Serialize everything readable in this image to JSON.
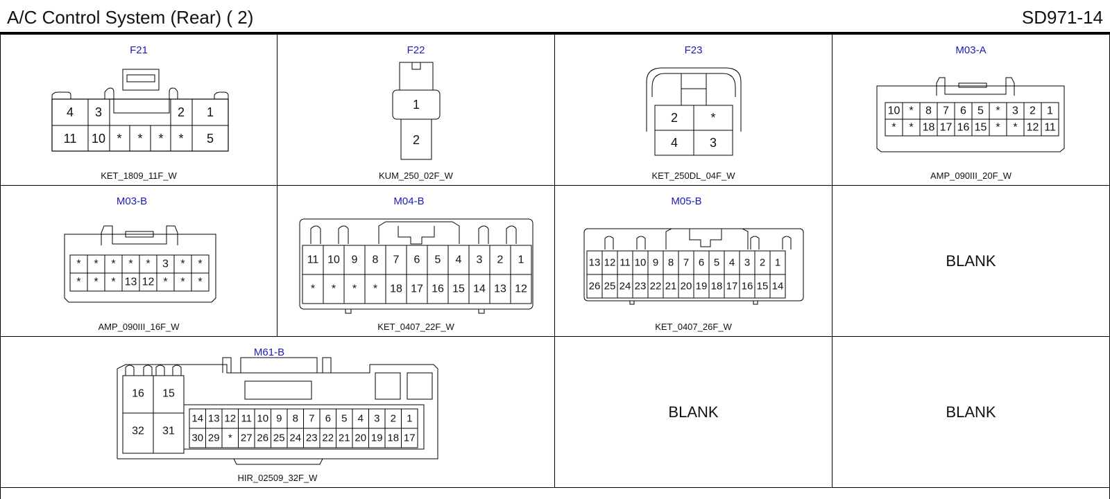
{
  "header": {
    "title": "A/C Control System (Rear) (   2)",
    "code": "SD971-14"
  },
  "cells": {
    "f21": {
      "name": "F21",
      "type": "KET_1809_11F_W",
      "row1": [
        "4",
        "3",
        "2",
        "1"
      ],
      "row2": [
        "11",
        "10",
        "*",
        "*",
        "*",
        "*",
        "5"
      ]
    },
    "f22": {
      "name": "F22",
      "type": "KUM_250_02F_W",
      "pins": [
        "1",
        "2"
      ]
    },
    "f23": {
      "name": "F23",
      "type": "KET_250DL_04F_W",
      "row1": [
        "2",
        "*"
      ],
      "row2": [
        "4",
        "3"
      ]
    },
    "m03a": {
      "name": "M03-A",
      "type": "AMP_090III_20F_W",
      "row1": [
        "10",
        "*",
        "8",
        "7",
        "6",
        "5",
        "*",
        "3",
        "2",
        "1"
      ],
      "row2": [
        "*",
        "*",
        "18",
        "17",
        "16",
        "15",
        "*",
        "*",
        "12",
        "11"
      ]
    },
    "m03b": {
      "name": "M03-B",
      "type": "AMP_090III_16F_W",
      "row1": [
        "*",
        "*",
        "*",
        "*",
        "*",
        "3",
        "*",
        "*"
      ],
      "row2": [
        "*",
        "*",
        "*",
        "13",
        "12",
        "*",
        "*",
        "*"
      ]
    },
    "m04b": {
      "name": "M04-B",
      "type": "KET_0407_22F_W",
      "row1": [
        "11",
        "10",
        "9",
        "8",
        "7",
        "6",
        "5",
        "4",
        "3",
        "2",
        "1"
      ],
      "row2": [
        "*",
        "*",
        "*",
        "*",
        "18",
        "17",
        "16",
        "15",
        "14",
        "13",
        "12"
      ]
    },
    "m05b": {
      "name": "M05-B",
      "type": "KET_0407_26F_W",
      "row1": [
        "13",
        "12",
        "11",
        "10",
        "9",
        "8",
        "7",
        "6",
        "5",
        "4",
        "3",
        "2",
        "1"
      ],
      "row2": [
        "26",
        "25",
        "24",
        "23",
        "22",
        "21",
        "20",
        "19",
        "18",
        "17",
        "16",
        "15",
        "14"
      ]
    },
    "blank1": {
      "label": "BLANK"
    },
    "m61b": {
      "name": "M61-B",
      "type": "HIR_02509_32F_W",
      "big": [
        "16",
        "15",
        "32",
        "31"
      ],
      "row1": [
        "14",
        "13",
        "12",
        "11",
        "10",
        "9",
        "8",
        "7",
        "6",
        "5",
        "4",
        "3",
        "2",
        "1"
      ],
      "row2": [
        "30",
        "29",
        "*",
        "27",
        "26",
        "25",
        "24",
        "23",
        "22",
        "21",
        "20",
        "19",
        "18",
        "17"
      ]
    },
    "blank2": {
      "label": "BLANK"
    },
    "blank3": {
      "label": "BLANK"
    }
  }
}
